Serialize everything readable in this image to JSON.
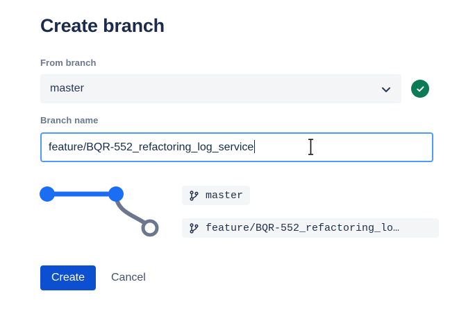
{
  "dialog": {
    "title": "Create branch"
  },
  "from_branch": {
    "label": "From branch",
    "value": "master",
    "chevron_icon": "chevron-down-icon",
    "valid_icon": "check-circle-icon",
    "valid_color": "#0b7a55",
    "field_bg": "#f4f5f7"
  },
  "branch_name": {
    "label": "Branch name",
    "value": "feature/BQR-552_refactoring_log_service",
    "placeholder": "",
    "focus_border_color": "#4c9aff"
  },
  "graph": {
    "node_color": "#1b6ef3",
    "branch_color": "#6b778c",
    "nodes": [
      {
        "name": "commit-node-1",
        "filled": true
      },
      {
        "name": "commit-node-2",
        "filled": true
      },
      {
        "name": "new-branch-node",
        "filled": false
      }
    ]
  },
  "chips": [
    {
      "icon": "git-branch-icon",
      "label": "master",
      "name": "branch-chip-master"
    },
    {
      "icon": "git-branch-icon",
      "label": "feature/BQR-552_refactoring_lo…",
      "name": "branch-chip-feature"
    }
  ],
  "actions": {
    "create_label": "Create",
    "cancel_label": "Cancel",
    "create_color": "#0c4fd0"
  },
  "cursor": {
    "type": "text-ibeam-cursor"
  }
}
